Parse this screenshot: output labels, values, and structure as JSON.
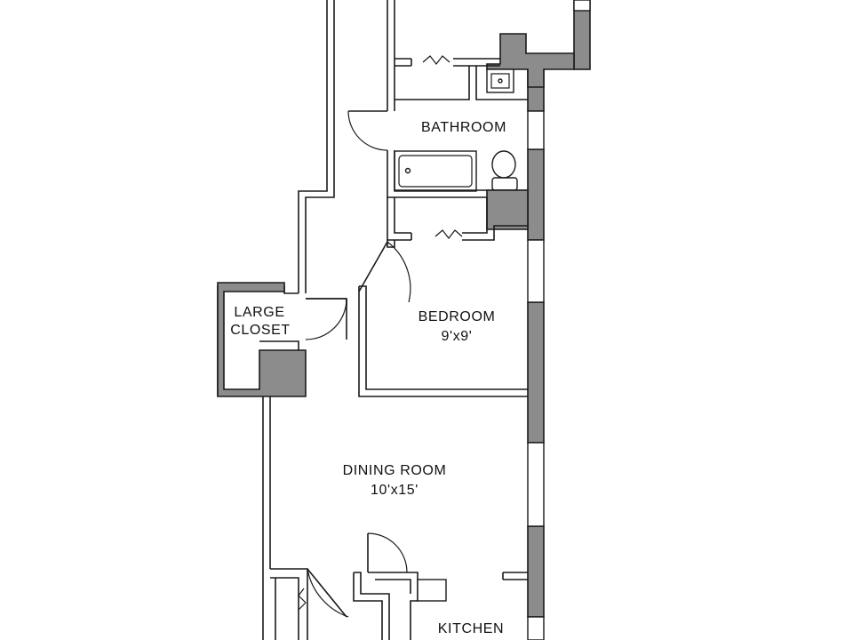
{
  "floorplan": {
    "rooms": [
      {
        "id": "bathroom",
        "name": "BATHROOM",
        "dims": ""
      },
      {
        "id": "large-closet",
        "name": "LARGE\nCLOSET",
        "dims": ""
      },
      {
        "id": "bedroom",
        "name": "BEDROOM",
        "dims": "9'x9'"
      },
      {
        "id": "dining-room",
        "name": "DINING  ROOM",
        "dims": "10'x15'"
      },
      {
        "id": "kitchen",
        "name": "KITCHEN",
        "dims": ""
      }
    ],
    "colors": {
      "wall_fill": "#8c8c8c",
      "line": "#1a1a1a",
      "background": "#ffffff"
    }
  }
}
